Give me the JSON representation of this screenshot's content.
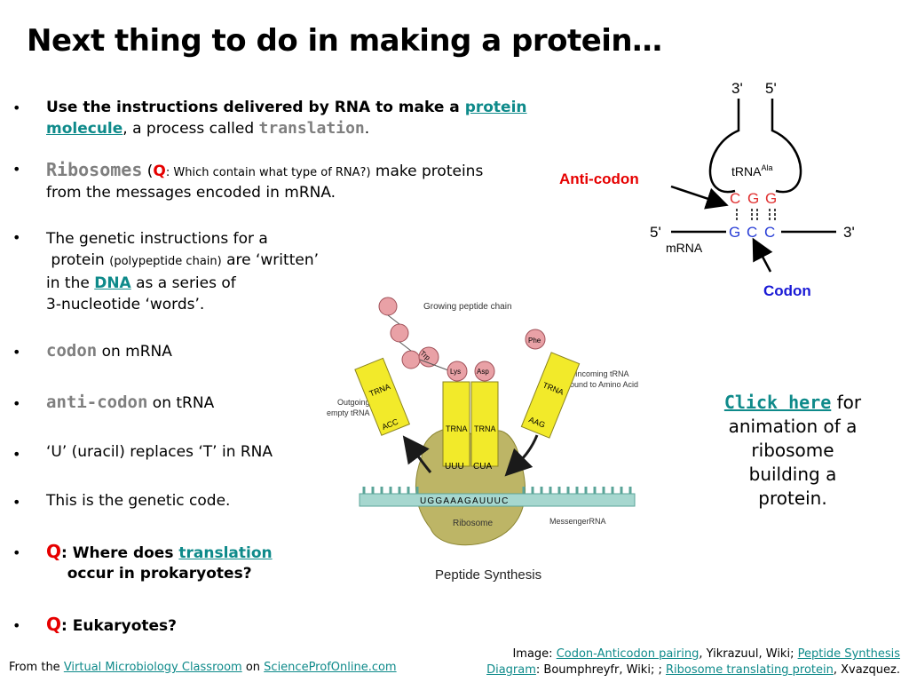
{
  "title": "Next thing to do in making a protein…",
  "bullets": {
    "b1_line1_pre": "Use the instructions delivered by RNA to make a ",
    "b1_link1": "protein",
    "b1_link2": "molecule",
    "b1_line2_mid": ", a process called ",
    "b1_term": "translation",
    "b1_end": ".",
    "b2_term": "Ribosomes",
    "b2_paren_open": " (",
    "b2_q": "Q",
    "b2_q_text": ": Which contain  what type of RNA?)",
    "b2_rest1": " make proteins",
    "b2_rest2": "from the messages encoded in  mRNA.",
    "b3_line1": "The genetic instructions for a",
    "b3_line2_a": "protein ",
    "b3_line2_b": "(polypeptide chain)",
    "b3_line2_c": " are ‘written’",
    "b3_line3_a": "in the ",
    "b3_link": "DNA",
    "b3_line3_c": " as a series of",
    "b3_line4": "3-nucleotide ‘words’.",
    "b4_term": "codon",
    "b4_rest": " on mRNA",
    "b5_term": "anti-codon",
    "b5_rest": " on tRNA",
    "b6": "‘U’ (uracil) replaces ‘T’ in RNA",
    "b7": "This is the genetic code.",
    "b8_q": "Q",
    "b8_a": ": Where does ",
    "b8_link": "translation",
    "b8_line2": "occur in prokaryotes?",
    "b9_q": "Q",
    "b9_rest": ": Eukaryotes?"
  },
  "diagram1": {
    "label_3p_top": "3'",
    "label_5p_top": "5'",
    "trna": "tRNA",
    "ala": "Ala",
    "anticodon": [
      "C",
      "G",
      "G"
    ],
    "codon": [
      "G",
      "C",
      "C"
    ],
    "label_5p_bottom": "5'",
    "label_3p_bottom": "3'",
    "mrna": "mRNA",
    "anticodon_label": "Anti-codon",
    "codon_label": "Codon",
    "colors": {
      "anticodon": "#e03030",
      "codon": "#2a3fd6",
      "label_red": "#e60000",
      "label_blue": "#1a1ad6"
    }
  },
  "diagram2": {
    "growing_chain": "Growing peptide chain",
    "incoming1": "Incoming  tRNA",
    "incoming2": "bound to Amino Acid",
    "outgoing1": "Outgoing",
    "outgoing2": "empty tRNA",
    "amino1": "Trp",
    "amino2": "Lys",
    "amino3": "Asp",
    "amino4": "Phe",
    "trna": "TRNA",
    "sequence": "UGGAAAGAUUUC",
    "anticodon_left": "ACC",
    "anticodon_mid1": "UUU",
    "anticodon_mid2": "CUA",
    "anticodon_right": "AAG",
    "messenger": "MessengerRNA",
    "ribosome": "Ribosome",
    "caption": "Peptide Synthesis"
  },
  "side": {
    "link": "Click here",
    "rest": " for animation of a ribosome building a protein."
  },
  "footer": {
    "left_pre": "From the  ",
    "left_link1": "Virtual Microbiology Classroom",
    "left_mid": " on ",
    "left_link2": "ScienceProfOnline.com",
    "right_1": "Image: ",
    "right_link1": "Codon-Anticodon pairing",
    "right_2": ", Yikrazuul, Wiki; ",
    "right_link2a": "Peptide Synthesis",
    "right_link2b": "Diagram",
    "right_3": ": Boumphreyfr, Wiki; ; ",
    "right_link3": "Ribosome translating protein",
    "right_4": ", Xvazquez."
  }
}
